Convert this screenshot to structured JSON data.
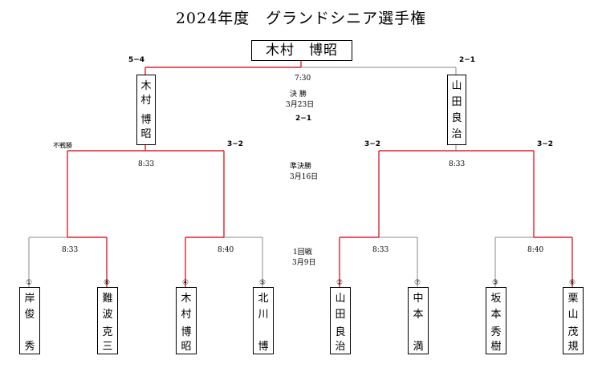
{
  "title": "2024年度　グランドシニア選手権",
  "champion": "木村　博昭",
  "note_fusensho": "不戦勝",
  "final": {
    "time": "7:30",
    "label": "決 勝",
    "date": "3月23日",
    "score_left": "5−4",
    "score_right": "2−1",
    "score_center": "2−1"
  },
  "semi": {
    "label": "準決勝",
    "date": "3月16日",
    "left_time": "8:33",
    "right_time": "8:33",
    "scores": [
      "3−2",
      "3−2",
      "3−2"
    ]
  },
  "round1": {
    "label": "1回戦",
    "date": "3月9日",
    "times": [
      "8:33",
      "8:40",
      "8:33",
      "8:40"
    ]
  },
  "finalists": [
    {
      "chars": [
        "木",
        "村",
        "博",
        "昭"
      ]
    },
    {
      "chars": [
        "山",
        "田",
        "良",
        "治"
      ]
    }
  ],
  "players": [
    {
      "seed": "①",
      "chars": [
        "岸",
        "俊",
        "秀"
      ]
    },
    {
      "seed": "⑧",
      "chars": [
        "難",
        "波",
        "克",
        "三"
      ]
    },
    {
      "seed": "④",
      "chars": [
        "木",
        "村",
        "博",
        "昭"
      ]
    },
    {
      "seed": "⑤",
      "chars": [
        "北",
        "川",
        "博"
      ]
    },
    {
      "seed": "②",
      "chars": [
        "山",
        "田",
        "良",
        "治"
      ]
    },
    {
      "seed": "⑦",
      "chars": [
        "中",
        "本",
        "満"
      ]
    },
    {
      "seed": "③",
      "chars": [
        "坂",
        "本",
        "秀",
        "樹"
      ]
    },
    {
      "seed": "⑥",
      "chars": [
        "栗",
        "山",
        "茂",
        "規"
      ]
    }
  ],
  "colors": {
    "win_line": "#e0202a",
    "line": "#888888"
  }
}
